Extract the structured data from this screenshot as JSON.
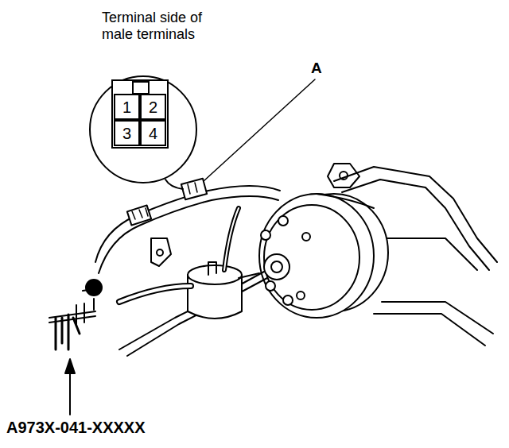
{
  "diagram": {
    "nodes": [
      {
        "text": [
          "Terminal side of male terminals"
        ]
      },
      {
        "text": [
          "1"
        ],
        "in": 0
      },
      {
        "text": [
          "2"
        ],
        "in": 0
      },
      {
        "text": [
          "3"
        ],
        "in": 0
      },
      {
        "text": [
          "4"
        ],
        "in": 0
      }
    ],
    "labels": [
      "A",
      "A973X-041-XXXXX"
    ]
  }
}
